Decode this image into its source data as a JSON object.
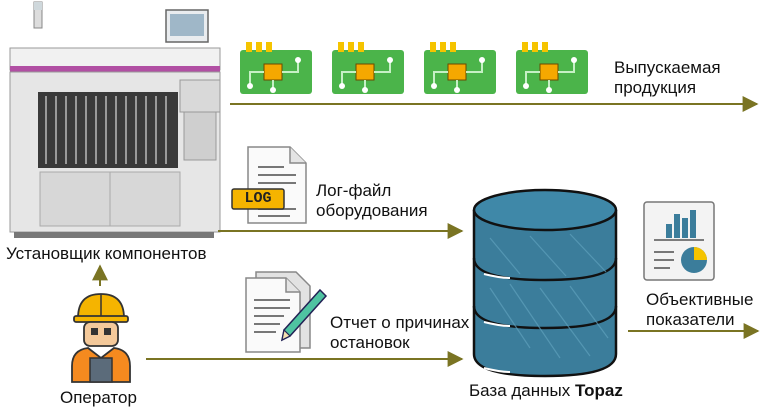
{
  "nodes": {
    "machine": {
      "label": "Установщик компонентов"
    },
    "product": {
      "line1": "Выпускаемая",
      "line2": "продукция"
    },
    "log": {
      "badge": "LOG",
      "line1": "Лог-файл",
      "line2": "оборудования"
    },
    "report": {
      "line1": "Отчет о причинах",
      "line2": "остановок"
    },
    "operator": {
      "label": "Оператор"
    },
    "database": {
      "prefix": "База данных ",
      "name": "Topaz"
    },
    "kpi": {
      "line1": "Объективные",
      "line2": "показатели"
    }
  },
  "edges": [
    {
      "from": "machine",
      "to": "product"
    },
    {
      "from": "machine",
      "to": "database",
      "via": "log"
    },
    {
      "from": "operator",
      "to": "machine"
    },
    {
      "from": "operator",
      "to": "database",
      "via": "report"
    },
    {
      "from": "database",
      "to": "kpi"
    }
  ],
  "colors": {
    "arrow": "#7a7423",
    "pcb": "#4bb44a",
    "database": "#3b7d9b",
    "helmet": "#f5b400"
  }
}
